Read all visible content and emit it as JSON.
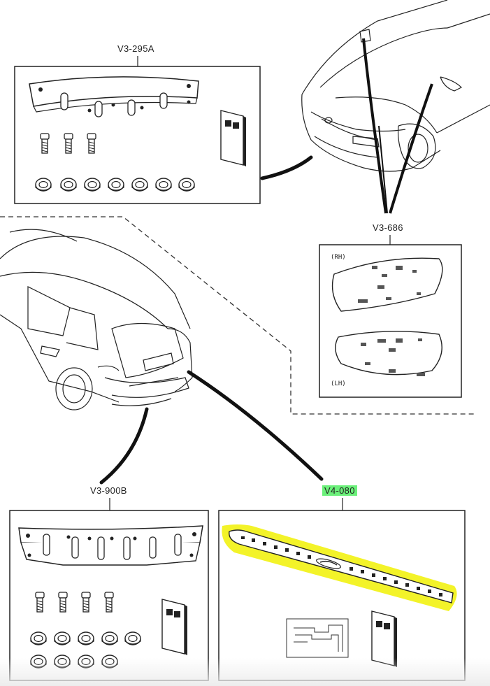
{
  "kits": {
    "front_plate": {
      "code": "V3-295A"
    },
    "side_moldings": {
      "code": "V3-686",
      "rh_label": "(RH)",
      "lh_label": "(LH)"
    },
    "rear_plate": {
      "code": "V3-900B"
    },
    "rear_step_guard": {
      "code": "V4-080",
      "highlight_color": "#6bf07a",
      "part_highlight_color": "#f2f21e"
    }
  }
}
